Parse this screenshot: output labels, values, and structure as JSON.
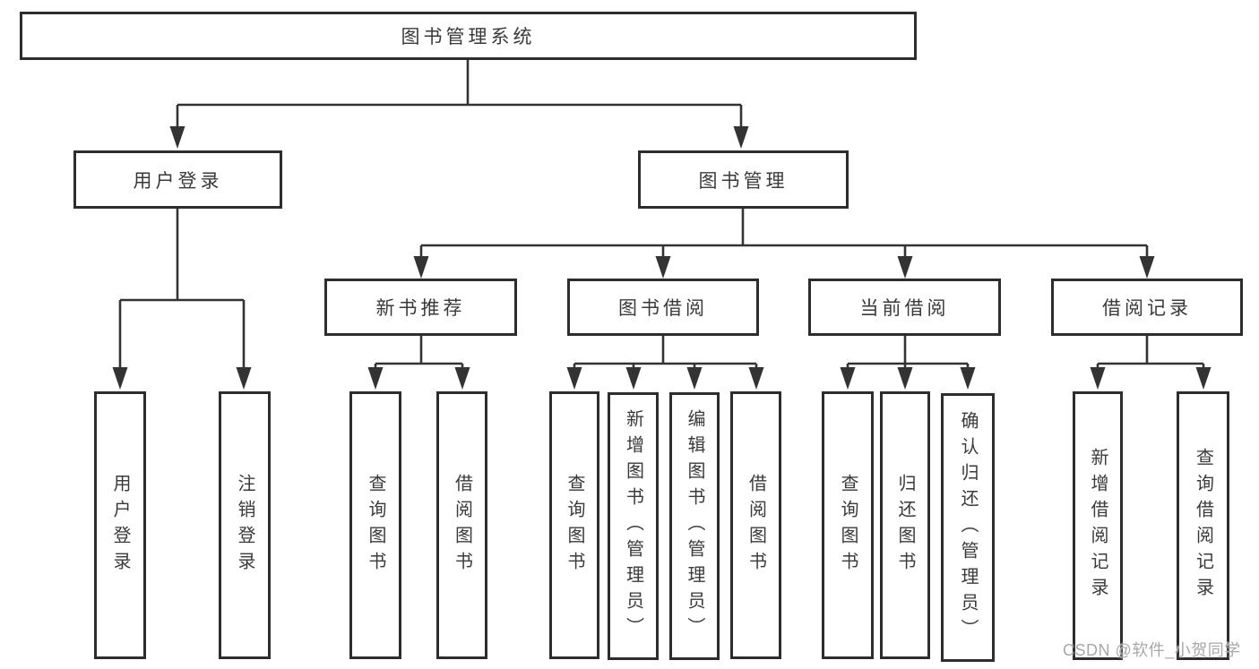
{
  "diagram": {
    "type": "hierarchy-org-chart",
    "title": "图书管理系统"
  },
  "colors": {
    "background": "#ffffff",
    "box_border": "#2d2d2d",
    "connector_line": "#333333",
    "text": "#3a3a3a",
    "watermark": "#a8a8a8"
  },
  "tree": {
    "root": {
      "label": "图书管理系统",
      "children": [
        {
          "label": "用户登录",
          "children": [
            {
              "label": "用户登录"
            },
            {
              "label": "注销登录"
            }
          ]
        },
        {
          "label": "图书管理",
          "children": [
            {
              "label": "新书推荐",
              "children": [
                {
                  "label": "查询图书"
                },
                {
                  "label": "借阅图书"
                }
              ]
            },
            {
              "label": "图书借阅",
              "children": [
                {
                  "label": "查询图书"
                },
                {
                  "label": "新增图书（管理员）"
                },
                {
                  "label": "编辑图书（管理员）"
                },
                {
                  "label": "借阅图书"
                }
              ]
            },
            {
              "label": "当前借阅",
              "children": [
                {
                  "label": "查询图书"
                },
                {
                  "label": "归还图书"
                },
                {
                  "label": "确认归还（管理员）"
                }
              ]
            },
            {
              "label": "借阅记录",
              "children": [
                {
                  "label": "新增借阅记录"
                },
                {
                  "label": "查询借阅记录"
                }
              ]
            }
          ]
        }
      ]
    }
  },
  "watermark": {
    "text": "CSDN @软件_小贺同学"
  }
}
